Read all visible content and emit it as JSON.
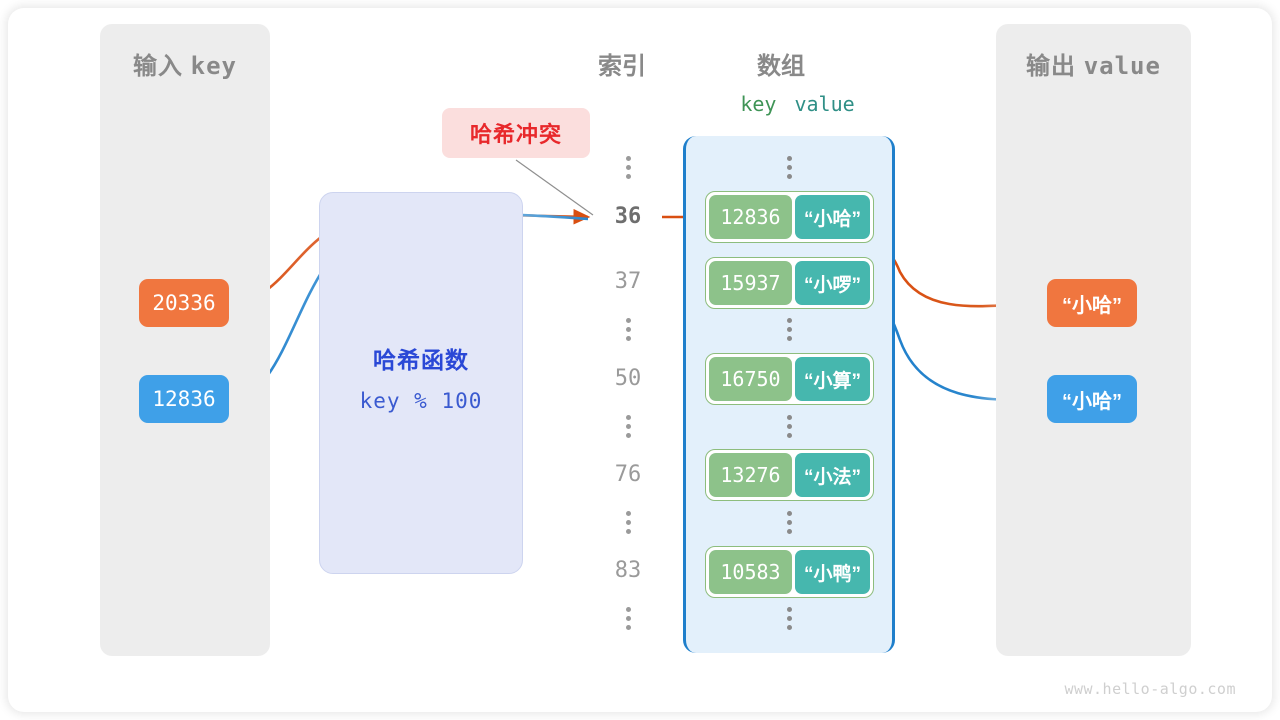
{
  "panels": {
    "input": {
      "title_cn": "输入",
      "title_mono": "key"
    },
    "output": {
      "title_cn": "输出",
      "title_mono": "value"
    }
  },
  "headers": {
    "index": "索引",
    "array": "数组",
    "key": "key",
    "value": "value"
  },
  "badge": {
    "label": "哈希冲突",
    "text_color": "#e8282b",
    "bg_color": "#fbdedd"
  },
  "hash_function": {
    "title": "哈希函数",
    "formula": "key % 100",
    "bg_color": "#e3e7f8",
    "text_color": "#2a48d6"
  },
  "input_keys": [
    {
      "value": "20336",
      "color": "#f0763f"
    },
    {
      "value": "12836",
      "color": "#3fa0e8"
    }
  ],
  "output_values": [
    {
      "value": "“小哈”",
      "color": "#f0763f"
    },
    {
      "value": "“小哈”",
      "color": "#3fa0e8"
    }
  ],
  "index_column": [
    {
      "type": "dots"
    },
    {
      "type": "index",
      "label": "36",
      "highlight": true
    },
    {
      "type": "index",
      "label": "37",
      "highlight": false
    },
    {
      "type": "dots"
    },
    {
      "type": "index",
      "label": "50",
      "highlight": false
    },
    {
      "type": "dots"
    },
    {
      "type": "index",
      "label": "76",
      "highlight": false
    },
    {
      "type": "dots"
    },
    {
      "type": "index",
      "label": "83",
      "highlight": false
    },
    {
      "type": "dots"
    }
  ],
  "buckets": [
    {
      "key": "12836",
      "value": "“小哈”"
    },
    {
      "key": "15937",
      "value": "“小啰”"
    },
    {
      "key": "16750",
      "value": "“小算”"
    },
    {
      "key": "13276",
      "value": "“小法”"
    },
    {
      "key": "10583",
      "value": "“小鸭”"
    }
  ],
  "colors": {
    "cell_key": "#8dc28a",
    "cell_value": "#46b7ae",
    "array_bg": "#e3f0fb",
    "array_border": "#1f7fcb",
    "panel_bg": "#ededed",
    "orange": "#d94f11",
    "blue": "#1f7fcb"
  },
  "watermark": "www.hello-algo.com"
}
